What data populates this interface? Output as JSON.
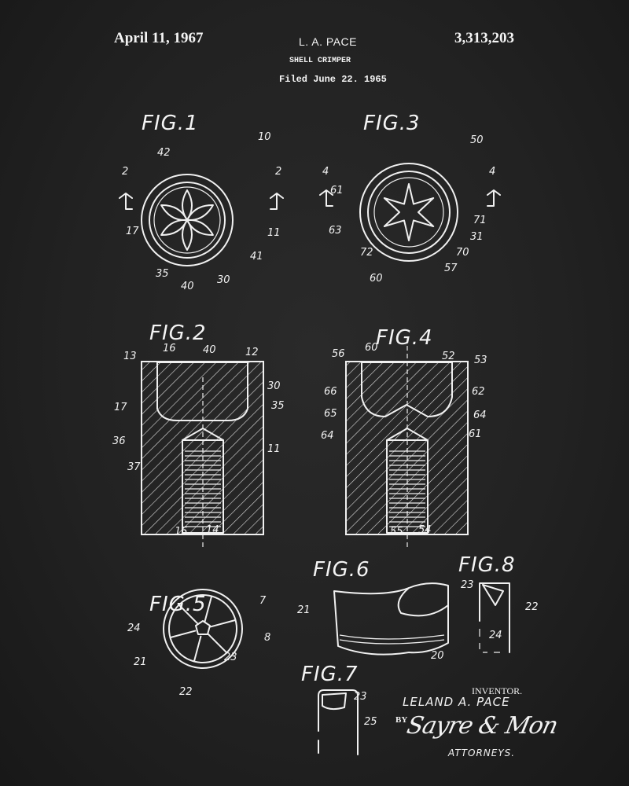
{
  "header": {
    "date": "April 11, 1967",
    "inventor": "L. A. PACE",
    "title": "SHELL CRIMPER",
    "filed": "Filed June 22. 1965",
    "patent_number": "3,313,203"
  },
  "figures": {
    "fig1": {
      "title": "FIG.1",
      "labels": [
        "10",
        "42",
        "2",
        "2",
        "17",
        "35",
        "40",
        "30",
        "41",
        "11"
      ]
    },
    "fig3": {
      "title": "FIG.3",
      "labels": [
        "50",
        "4",
        "4",
        "61",
        "63",
        "72",
        "60",
        "57",
        "70",
        "31",
        "71"
      ]
    },
    "fig2": {
      "title": "FIG.2",
      "labels": [
        "13",
        "16",
        "40",
        "12",
        "30",
        "35",
        "17",
        "36",
        "37",
        "11",
        "15",
        "14"
      ]
    },
    "fig4": {
      "title": "FIG.4",
      "labels": [
        "56",
        "60",
        "52",
        "53",
        "66",
        "62",
        "65",
        "64",
        "64",
        "61",
        "55",
        "54"
      ]
    },
    "fig5": {
      "title": "FIG.5",
      "labels": [
        "7",
        "8",
        "24",
        "21",
        "22",
        "23"
      ]
    },
    "fig6": {
      "title": "FIG.6",
      "labels": [
        "21",
        "20"
      ]
    },
    "fig8": {
      "title": "FIG.8",
      "labels": [
        "23",
        "22",
        "24"
      ]
    },
    "fig7": {
      "title": "FIG.7",
      "labels": [
        "23",
        "25"
      ]
    }
  },
  "signature": {
    "inventor_label": "INVENTOR.",
    "inventor_name": "LELAND A. PACE",
    "by": "BY",
    "attorneys_signature": "Sayre & Mon",
    "attorneys": "ATTORNEYS."
  }
}
